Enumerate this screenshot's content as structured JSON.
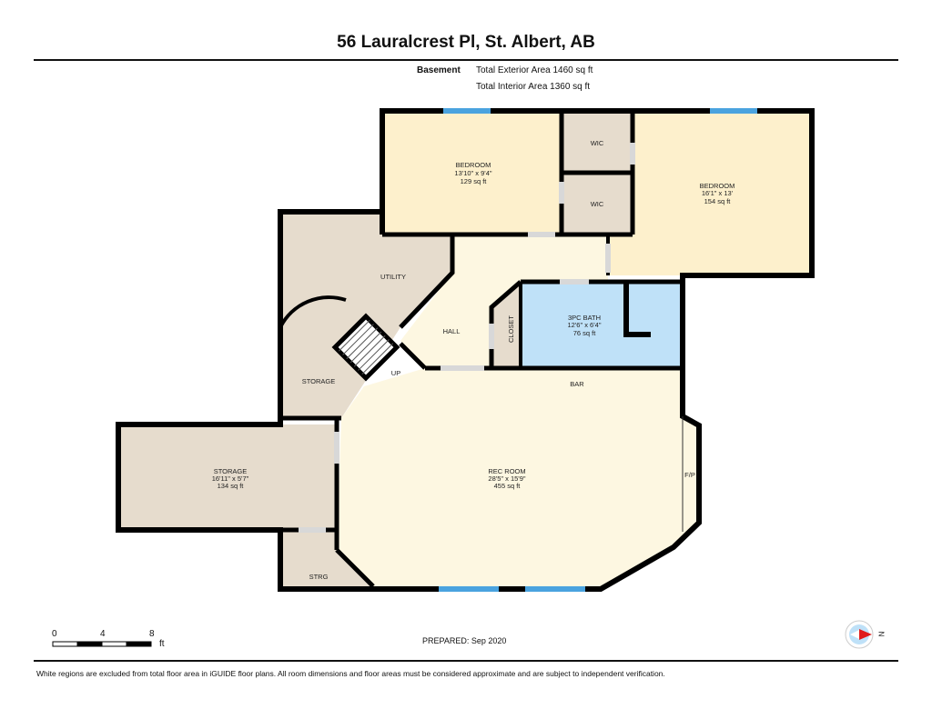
{
  "header": {
    "title": "56 Lauralcrest Pl, St. Albert, AB"
  },
  "floor": {
    "name": "Basement",
    "exterior_label": "Total Exterior Area 1460 sq ft",
    "interior_label": "Total Interior Area 1360 sq ft"
  },
  "rooms": {
    "bedroom1": {
      "name": "BEDROOM",
      "dims": "13'10\" x 9'4\"",
      "area": "129 sq ft"
    },
    "bedroom2": {
      "name": "BEDROOM",
      "dims": "16'1\" x 13'",
      "area": "154 sq ft"
    },
    "wic1": {
      "name": "WIC"
    },
    "wic2": {
      "name": "WIC"
    },
    "utility": {
      "name": "UTILITY"
    },
    "hall": {
      "name": "HALL"
    },
    "closet": {
      "name": "CLOSET"
    },
    "bath": {
      "name": "3PC BATH",
      "dims": "12'6\" x 6'4\"",
      "area": "76 sq ft"
    },
    "bar": {
      "name": "BAR"
    },
    "storage_small": {
      "name": "STORAGE"
    },
    "up": {
      "name": "UP"
    },
    "storage": {
      "name": "STORAGE",
      "dims": "16'11\" x 5'7\"",
      "area": "134 sq ft"
    },
    "rec": {
      "name": "REC ROOM",
      "dims": "28'5\" x 15'9\"",
      "area": "455 sq ft"
    },
    "fp": {
      "name": "F/P"
    },
    "strg": {
      "name": "STRG"
    }
  },
  "scale": {
    "ticks": [
      "0",
      "4",
      "8"
    ],
    "unit": "ft"
  },
  "prepared": "PREPARED: Sep 2020",
  "compass": {
    "label": "N"
  },
  "footer": "White regions are excluded from total floor area in iGUIDE floor plans. All room dimensions and floor areas must be considered approximate and are subject to independent verification.",
  "colors": {
    "bedroom": "#fdf0cc",
    "hall": "#fdf7e1",
    "utility": "#e6dccd",
    "bath": "#bfe1f8",
    "window": "#4aa3df",
    "wall": "#000000"
  }
}
